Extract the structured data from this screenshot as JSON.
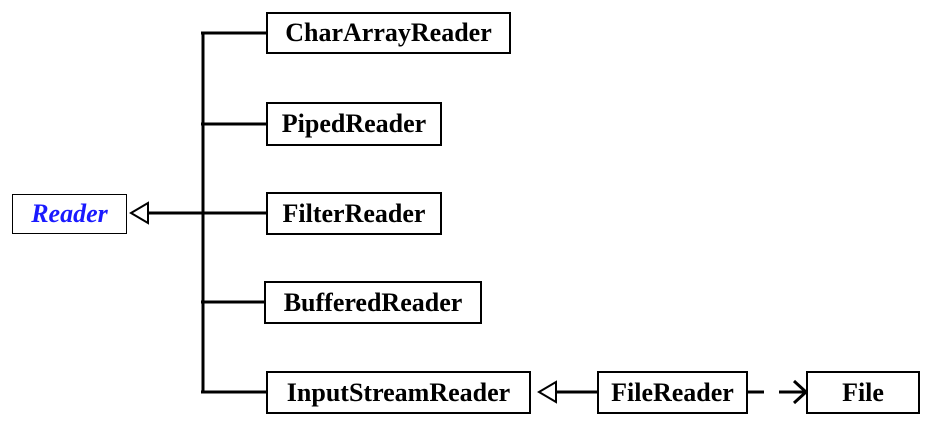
{
  "diagram": {
    "base_class": {
      "label": "Reader",
      "color": "#1a1aff",
      "style": "italic"
    },
    "subclasses": [
      {
        "label": "CharArrayReader"
      },
      {
        "label": "PipedReader"
      },
      {
        "label": "FilterReader"
      },
      {
        "label": "BufferedReader"
      },
      {
        "label": "InputStreamReader"
      }
    ],
    "derived": {
      "label": "FileReader",
      "extends": "InputStreamReader"
    },
    "dependency": {
      "label": "File",
      "from": "FileReader"
    },
    "relations": [
      {
        "type": "inheritance",
        "from": "CharArrayReader",
        "to": "Reader"
      },
      {
        "type": "inheritance",
        "from": "PipedReader",
        "to": "Reader"
      },
      {
        "type": "inheritance",
        "from": "FilterReader",
        "to": "Reader"
      },
      {
        "type": "inheritance",
        "from": "BufferedReader",
        "to": "Reader"
      },
      {
        "type": "inheritance",
        "from": "InputStreamReader",
        "to": "Reader"
      },
      {
        "type": "inheritance",
        "from": "FileReader",
        "to": "InputStreamReader"
      },
      {
        "type": "dependency",
        "from": "FileReader",
        "to": "File"
      }
    ],
    "line_color": "#000000"
  }
}
